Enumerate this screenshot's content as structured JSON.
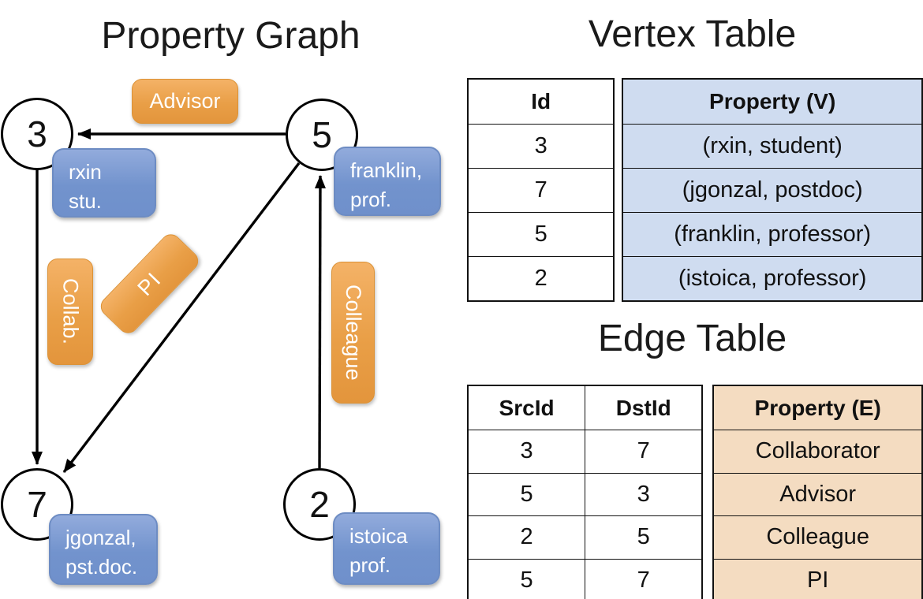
{
  "graph": {
    "title": "Property Graph",
    "nodes": [
      {
        "id": "3",
        "property": "rxin\nstu."
      },
      {
        "id": "5",
        "property": "franklin,\nprof."
      },
      {
        "id": "7",
        "property": "jgonzal,\npst.doc."
      },
      {
        "id": "2",
        "property": "istoica\nprof."
      }
    ],
    "edge_labels": {
      "advisor": "Advisor",
      "collab": "Collab.",
      "pi": "PI",
      "colleague": "Colleague"
    },
    "edges_meaning": [
      {
        "from": "5",
        "to": "3",
        "label": "Advisor"
      },
      {
        "from": "3",
        "to": "7",
        "label": "Collab."
      },
      {
        "from": "5",
        "to": "7",
        "label": "PI"
      },
      {
        "from": "2",
        "to": "5",
        "label": "Colleague"
      }
    ]
  },
  "vertex_table": {
    "title": "Vertex Table",
    "headers": {
      "id": "Id",
      "property": "Property (V)"
    },
    "rows": [
      {
        "id": "3",
        "property": "(rxin, student)"
      },
      {
        "id": "7",
        "property": "(jgonzal, postdoc)"
      },
      {
        "id": "5",
        "property": "(franklin, professor)"
      },
      {
        "id": "2",
        "property": "(istoica, professor)"
      }
    ]
  },
  "edge_table": {
    "title": "Edge Table",
    "headers": {
      "src": "SrcId",
      "dst": "DstId",
      "property": "Property (E)"
    },
    "rows": [
      {
        "src": "3",
        "dst": "7",
        "property": "Collaborator"
      },
      {
        "src": "5",
        "dst": "3",
        "property": "Advisor"
      },
      {
        "src": "2",
        "dst": "5",
        "property": "Colleague"
      },
      {
        "src": "5",
        "dst": "7",
        "property": "PI"
      }
    ]
  },
  "colors": {
    "edge_label_fill": "#e99f47",
    "node_property_fill": "#7a99d2",
    "vertex_property_column_fill": "#cfdcf0",
    "edge_property_column_fill": "#f4dcc1",
    "line_and_border": "#000000",
    "label_text": "#ffffff"
  }
}
